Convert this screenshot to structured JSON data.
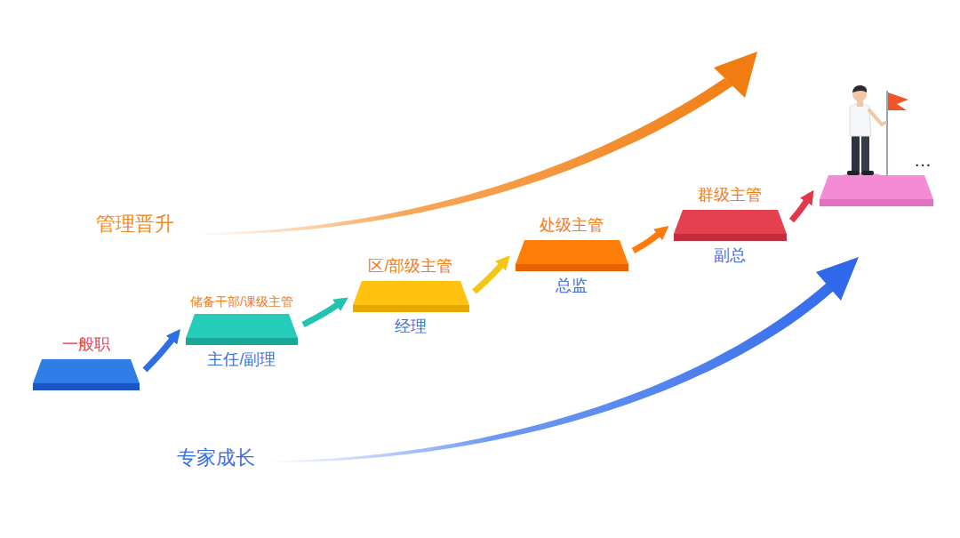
{
  "diagram": {
    "nodes": [
      {
        "text": [
          "一般职"
        ]
      },
      {
        "text": [
          "储备干部/课级主管",
          "主任/副理"
        ]
      },
      {
        "text": [
          "区/部级主管",
          "经理"
        ]
      },
      {
        "text": [
          "处级主管",
          "总监"
        ]
      },
      {
        "text": [
          "群级主管",
          "副总"
        ]
      },
      {
        "text": [
          "…"
        ]
      }
    ],
    "edges": [
      {
        "from": 0,
        "to": 1,
        "arrow": "to"
      },
      {
        "from": 1,
        "to": 2,
        "arrow": "to"
      },
      {
        "from": 2,
        "to": 3,
        "arrow": "to"
      },
      {
        "from": 3,
        "to": 4,
        "arrow": "to"
      },
      {
        "from": 4,
        "to": 5,
        "arrow": "to"
      }
    ],
    "labels": [
      "管理晋升",
      "专家成长"
    ]
  }
}
